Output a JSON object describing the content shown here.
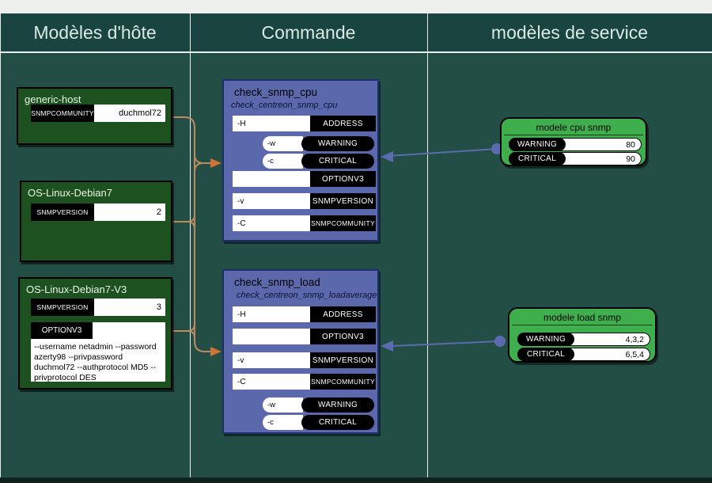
{
  "columns": [
    {
      "header": "Modèles d'hôte"
    },
    {
      "header": "Commande"
    },
    {
      "header": "modèles de service"
    }
  ],
  "host_templates": [
    {
      "title": "generic-host",
      "rows": [
        {
          "label": "SNMPCOMMUNITY",
          "value": "duchmol72"
        }
      ]
    },
    {
      "title": "OS-Linux-Debian7",
      "rows": [
        {
          "label": "SNMPVERSION",
          "value": "2"
        }
      ]
    },
    {
      "title": "OS-Linux-Debian7-V3",
      "rows": [
        {
          "label": "SNMPVERSION",
          "value": "3"
        }
      ],
      "option": {
        "label": "OPTIONV3",
        "text": "--username netadmin --password azerty98 --privpassword duchmol72 --authprotocol MD5 --privprotocol DES"
      }
    }
  ],
  "commands": [
    {
      "title": "check_snmp_cpu",
      "subtitle": "check_centreon_snmp_cpu",
      "rows": [
        {
          "flag": "-H",
          "name": "ADDRESS"
        },
        {
          "flag": "-w",
          "name": "WARNING"
        },
        {
          "flag": "-c",
          "name": "CRITICAL"
        },
        {
          "flag": "",
          "name": "OPTIONV3"
        },
        {
          "flag": "-v",
          "name": "SNMPVERSION"
        },
        {
          "flag": "-C",
          "name": "SNMPCOMMUNITY"
        }
      ]
    },
    {
      "title": "check_snmp_load",
      "subtitle": "check_centreon_snmp_loadaverage",
      "rows": [
        {
          "flag": "-H",
          "name": "ADDRESS"
        },
        {
          "flag": "",
          "name": "OPTIONV3"
        },
        {
          "flag": "-v",
          "name": "SNMPVERSION"
        },
        {
          "flag": "-C",
          "name": "SNMPCOMMUNITY"
        },
        {
          "flag": "-w",
          "name": "WARNING"
        },
        {
          "flag": "-c",
          "name": "CRITICAL"
        }
      ]
    }
  ],
  "service_templates": [
    {
      "title": "modele cpu snmp",
      "rows": [
        {
          "label": "WARNING",
          "value": "80"
        },
        {
          "label": "CRITICAL",
          "value": "90"
        }
      ]
    },
    {
      "title": "modele load snmp",
      "rows": [
        {
          "label": "WARNING",
          "value": "4,3,2"
        },
        {
          "label": "CRITICAL",
          "value": "6,5,4"
        }
      ]
    }
  ],
  "colors": {
    "background": "#224e46",
    "header_band": "#1a443f",
    "grid_line": "#e8efe9",
    "host_box": "#1d5220",
    "command_box": "#5b69ac",
    "command_border": "#1c2f6b",
    "service_box": "#3fae4d",
    "link_host": "#bd8a60",
    "link_host_arrow": "#cf7334",
    "link_service": "#5c6bb0"
  }
}
